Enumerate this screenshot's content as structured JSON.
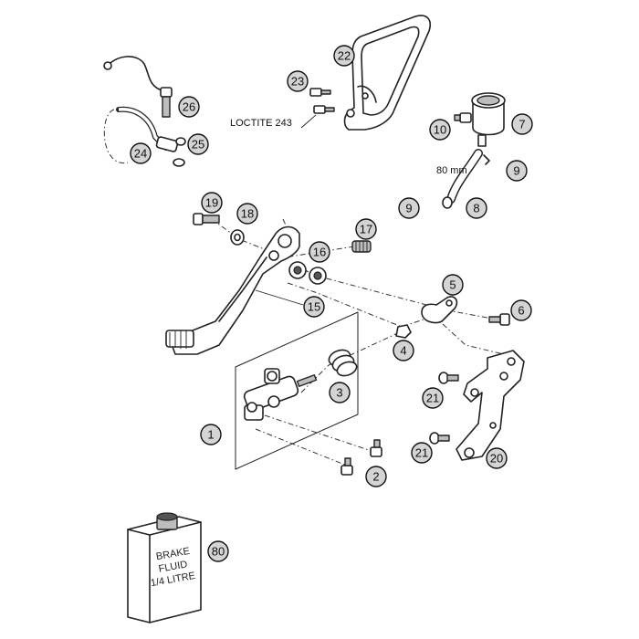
{
  "notes": {
    "loctite": "LOCTITE 243",
    "hose_length": "80 mm"
  },
  "bottle_label": [
    "BRAKE",
    "FLUID",
    "1/4 LITRE"
  ],
  "callouts": [
    {
      "id": "c1",
      "text": "1"
    },
    {
      "id": "c2",
      "text": "2"
    },
    {
      "id": "c3",
      "text": "3"
    },
    {
      "id": "c4",
      "text": "4"
    },
    {
      "id": "c5",
      "text": "5"
    },
    {
      "id": "c6",
      "text": "6"
    },
    {
      "id": "c7",
      "text": "7"
    },
    {
      "id": "c8",
      "text": "8"
    },
    {
      "id": "c9a",
      "text": "9"
    },
    {
      "id": "c9b",
      "text": "9"
    },
    {
      "id": "c10",
      "text": "10"
    },
    {
      "id": "c15",
      "text": "15"
    },
    {
      "id": "c16",
      "text": "16"
    },
    {
      "id": "c17",
      "text": "17"
    },
    {
      "id": "c18",
      "text": "18"
    },
    {
      "id": "c19",
      "text": "19"
    },
    {
      "id": "c20",
      "text": "20"
    },
    {
      "id": "c21a",
      "text": "21"
    },
    {
      "id": "c21b",
      "text": "21"
    },
    {
      "id": "c22",
      "text": "22"
    },
    {
      "id": "c23",
      "text": "23"
    },
    {
      "id": "c24",
      "text": "24"
    },
    {
      "id": "c25",
      "text": "25"
    },
    {
      "id": "c26",
      "text": "26"
    },
    {
      "id": "c80",
      "text": "80"
    }
  ]
}
